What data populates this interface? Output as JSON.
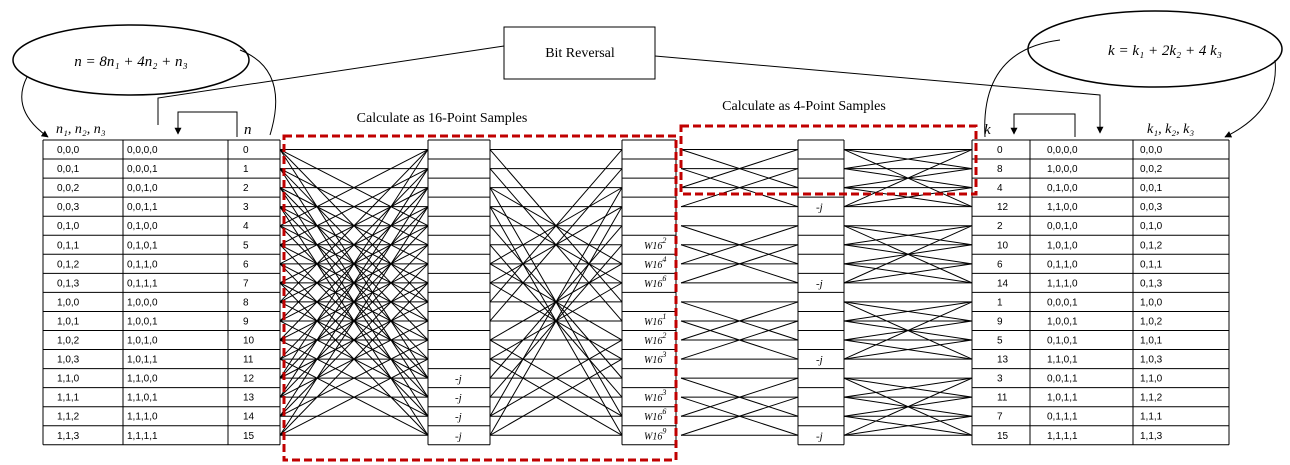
{
  "labels": {
    "bit_reversal": "Bit Reversal",
    "calc16": "Calculate as 16-Point Samples",
    "calc4": "Calculate as 4-Point Samples",
    "n_index_header": "n",
    "k_index_header": "k"
  },
  "formulas": {
    "left": "n = 8n₁ + 4n₂ + n₃",
    "right": "k = k₁ + 2k₂ + 4 k₃"
  },
  "headers": {
    "n_triplet": "n₁, n₂, n₃",
    "k_triplet": "k₁, k₂, k₃"
  },
  "input_table": {
    "triplets": [
      "0,0,0",
      "0,0,1",
      "0,0,2",
      "0,0,3",
      "0,1,0",
      "0,1,1",
      "0,1,2",
      "0,1,3",
      "1,0,0",
      "1,0,1",
      "1,0,2",
      "1,0,3",
      "1,1,0",
      "1,1,1",
      "1,1,2",
      "1,1,3"
    ],
    "bits": [
      "0,0,0,0",
      "0,0,0,1",
      "0,0,1,0",
      "0,0,1,1",
      "0,1,0,0",
      "0,1,0,1",
      "0,1,1,0",
      "0,1,1,1",
      "1,0,0,0",
      "1,0,0,1",
      "1,0,1,0",
      "1,0,1,1",
      "1,1,0,0",
      "1,1,0,1",
      "1,1,1,0",
      "1,1,1,1"
    ],
    "n": [
      "0",
      "1",
      "2",
      "3",
      "4",
      "5",
      "6",
      "7",
      "8",
      "9",
      "10",
      "11",
      "12",
      "13",
      "14",
      "15"
    ]
  },
  "stage1_multipliers": [
    "",
    "",
    "",
    "",
    "",
    "",
    "",
    "",
    "",
    "",
    "",
    "",
    "-j",
    "-j",
    "-j",
    "-j"
  ],
  "stage2_twiddles": [
    {
      "base": "",
      "exp": ""
    },
    {
      "base": "",
      "exp": ""
    },
    {
      "base": "",
      "exp": ""
    },
    {
      "base": "",
      "exp": ""
    },
    {
      "base": "",
      "exp": ""
    },
    {
      "base": "W16",
      "exp": "2"
    },
    {
      "base": "W16",
      "exp": "4"
    },
    {
      "base": "W16",
      "exp": "6"
    },
    {
      "base": "",
      "exp": ""
    },
    {
      "base": "W16",
      "exp": "1"
    },
    {
      "base": "W16",
      "exp": "2"
    },
    {
      "base": "W16",
      "exp": "3"
    },
    {
      "base": "",
      "exp": ""
    },
    {
      "base": "W16",
      "exp": "3"
    },
    {
      "base": "W16",
      "exp": "6"
    },
    {
      "base": "W16",
      "exp": "9"
    }
  ],
  "stage3_multipliers": [
    "",
    "",
    "",
    "-j",
    "",
    "",
    "",
    "-j",
    "",
    "",
    "",
    "-j",
    "",
    "",
    "",
    "-j"
  ],
  "output_table": {
    "k": [
      "0",
      "8",
      "4",
      "12",
      "2",
      "10",
      "6",
      "14",
      "1",
      "9",
      "5",
      "13",
      "3",
      "11",
      "7",
      "15"
    ],
    "bits": [
      "0,0,0,0",
      "1,0,0,0",
      "0,1,0,0",
      "1,1,0,0",
      "0,0,1,0",
      "1,0,1,0",
      "0,1,1,0",
      "1,1,1,0",
      "0,0,0,1",
      "1,0,0,1",
      "0,1,0,1",
      "1,1,0,1",
      "0,0,1,1",
      "1,0,1,1",
      "0,1,1,1",
      "1,1,1,1"
    ],
    "triplets": [
      "0,0,0",
      "0,0,2",
      "0,0,1",
      "0,0,3",
      "0,1,0",
      "0,1,2",
      "0,1,1",
      "0,1,3",
      "1,0,0",
      "1,0,2",
      "1,0,1",
      "1,0,3",
      "1,1,0",
      "1,1,2",
      "1,1,1",
      "1,1,3"
    ]
  },
  "colors": {
    "highlight_box": "#c00000",
    "line": "#000000"
  }
}
